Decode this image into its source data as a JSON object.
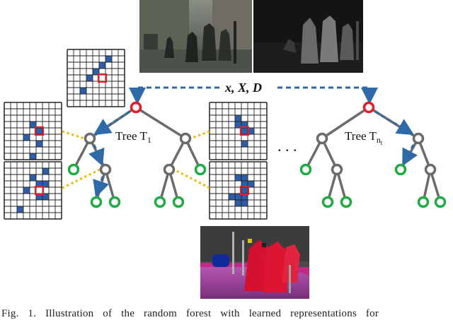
{
  "diagram": {
    "input_label": "x, X, D",
    "tree1_label": "Tree T",
    "tree1_sub": "1",
    "treen_label": "Tree T",
    "treen_sub": "n",
    "treen_subsub": "t",
    "ellipsis": ". . .",
    "colors": {
      "split_node": "#6b6b6b",
      "leaf_node": "#22aa44",
      "active_node": "#e0212a",
      "path_arrow": "#2f6aa8",
      "dotted_link": "#f0b400",
      "grid_cell": "#2f5ea8",
      "grid_line": "#222222"
    },
    "icons": [
      "street-photo",
      "depth-map",
      "semantic-label-map",
      "grid-patch-icon"
    ]
  },
  "caption": "Fig. 1.   Illustration of the random forest with learned representations for"
}
